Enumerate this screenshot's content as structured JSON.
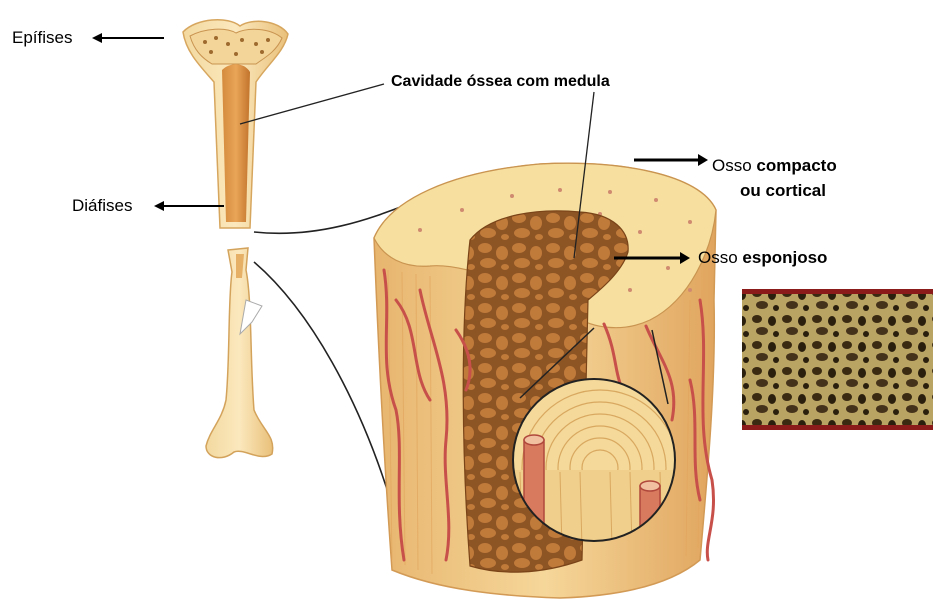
{
  "labels": {
    "epifises": "Epífises",
    "diafises": "Diáfises",
    "cavidade": "Cavidade óssea com medula",
    "compacto_prefix": "Osso ",
    "compacto_bold_line1": "compacto",
    "compacto_bold_line2": "ou cortical",
    "esponjoso_prefix": "Osso ",
    "esponjoso_bold": "esponjoso"
  },
  "colors": {
    "bone_light": "#f6dca0",
    "bone_mid": "#e9b96a",
    "marrow": "#c87a36",
    "spongy": "#a8642a",
    "vessel": "#c8504a",
    "photo_frame": "#8b1a1a",
    "photo_bg": "#b8a05a"
  }
}
